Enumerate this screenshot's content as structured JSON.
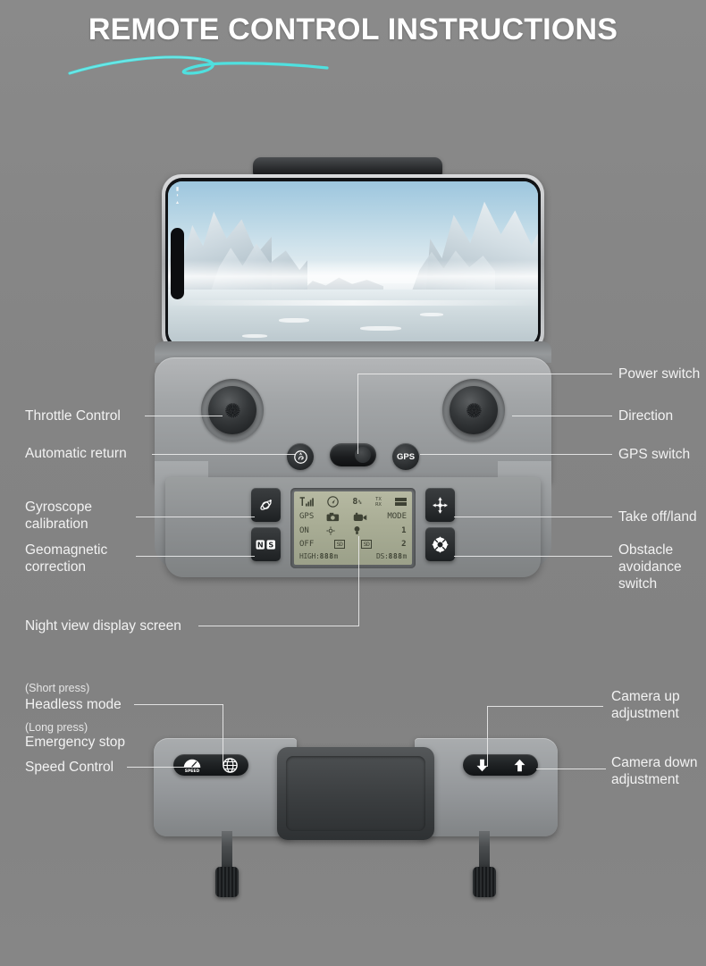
{
  "page": {
    "title": "REMOTE CONTROL INSTRUCTIONS",
    "background_color": "#848484",
    "accent_color": "#4fe0df",
    "title_color": "#ffffff"
  },
  "callouts_left": [
    {
      "id": "throttle-control",
      "label": "Throttle Control"
    },
    {
      "id": "automatic-return",
      "label": "Automatic return"
    },
    {
      "id": "gyroscope-calibration",
      "label": "Gyroscope\ncalibration"
    },
    {
      "id": "geomagnetic-correction",
      "label": "Geomagnetic\ncorrection"
    },
    {
      "id": "night-view-display-screen",
      "label": "Night view display screen"
    }
  ],
  "callouts_right": [
    {
      "id": "power-switch",
      "label": "Power switch"
    },
    {
      "id": "direction",
      "label": "Direction"
    },
    {
      "id": "gps-switch",
      "label": "GPS switch"
    },
    {
      "id": "take-off-land",
      "label": "Take off/land"
    },
    {
      "id": "obstacle-avoidance-switch",
      "label": "Obstacle\navoidance\nswitch"
    }
  ],
  "callouts_bottom_left": [
    {
      "id": "short-press-note",
      "label": "(Short press)"
    },
    {
      "id": "headless-mode",
      "label": "Headless mode"
    },
    {
      "id": "long-press-note",
      "label": "(Long press)"
    },
    {
      "id": "emergency-stop",
      "label": "Emergency stop"
    },
    {
      "id": "speed-control",
      "label": "Speed Control"
    }
  ],
  "callouts_bottom_right": [
    {
      "id": "camera-up-adjustment",
      "label": "Camera up\nadjustment"
    },
    {
      "id": "camera-down-adjustment",
      "label": "Camera down\nadjustment"
    }
  ],
  "controller": {
    "gps_button_label": "GPS",
    "speed_button_label": "SPEED",
    "geomagnetic_icon_text": "N S"
  },
  "lcd": {
    "row_icons": {
      "signal": "signal-bars",
      "compass": "compass",
      "battery_value": "8",
      "battery_unit": "%",
      "tx_label": "TX",
      "rx_label": "RX"
    },
    "row_headers": [
      "GPS",
      "photo",
      "video",
      "MODE"
    ],
    "row_on": [
      "ON",
      "gear",
      "bulb",
      "1"
    ],
    "row_off": [
      "OFF",
      "sd-a",
      "sd-b",
      "2"
    ],
    "bottom": {
      "high_label": "HIGH:",
      "high_value": "888",
      "high_unit": "m",
      "ds_label": "DS:",
      "ds_value": "888",
      "ds_unit": "m"
    }
  },
  "phone": {
    "screen_content": "glacier-landscape",
    "orientation": "landscape"
  }
}
